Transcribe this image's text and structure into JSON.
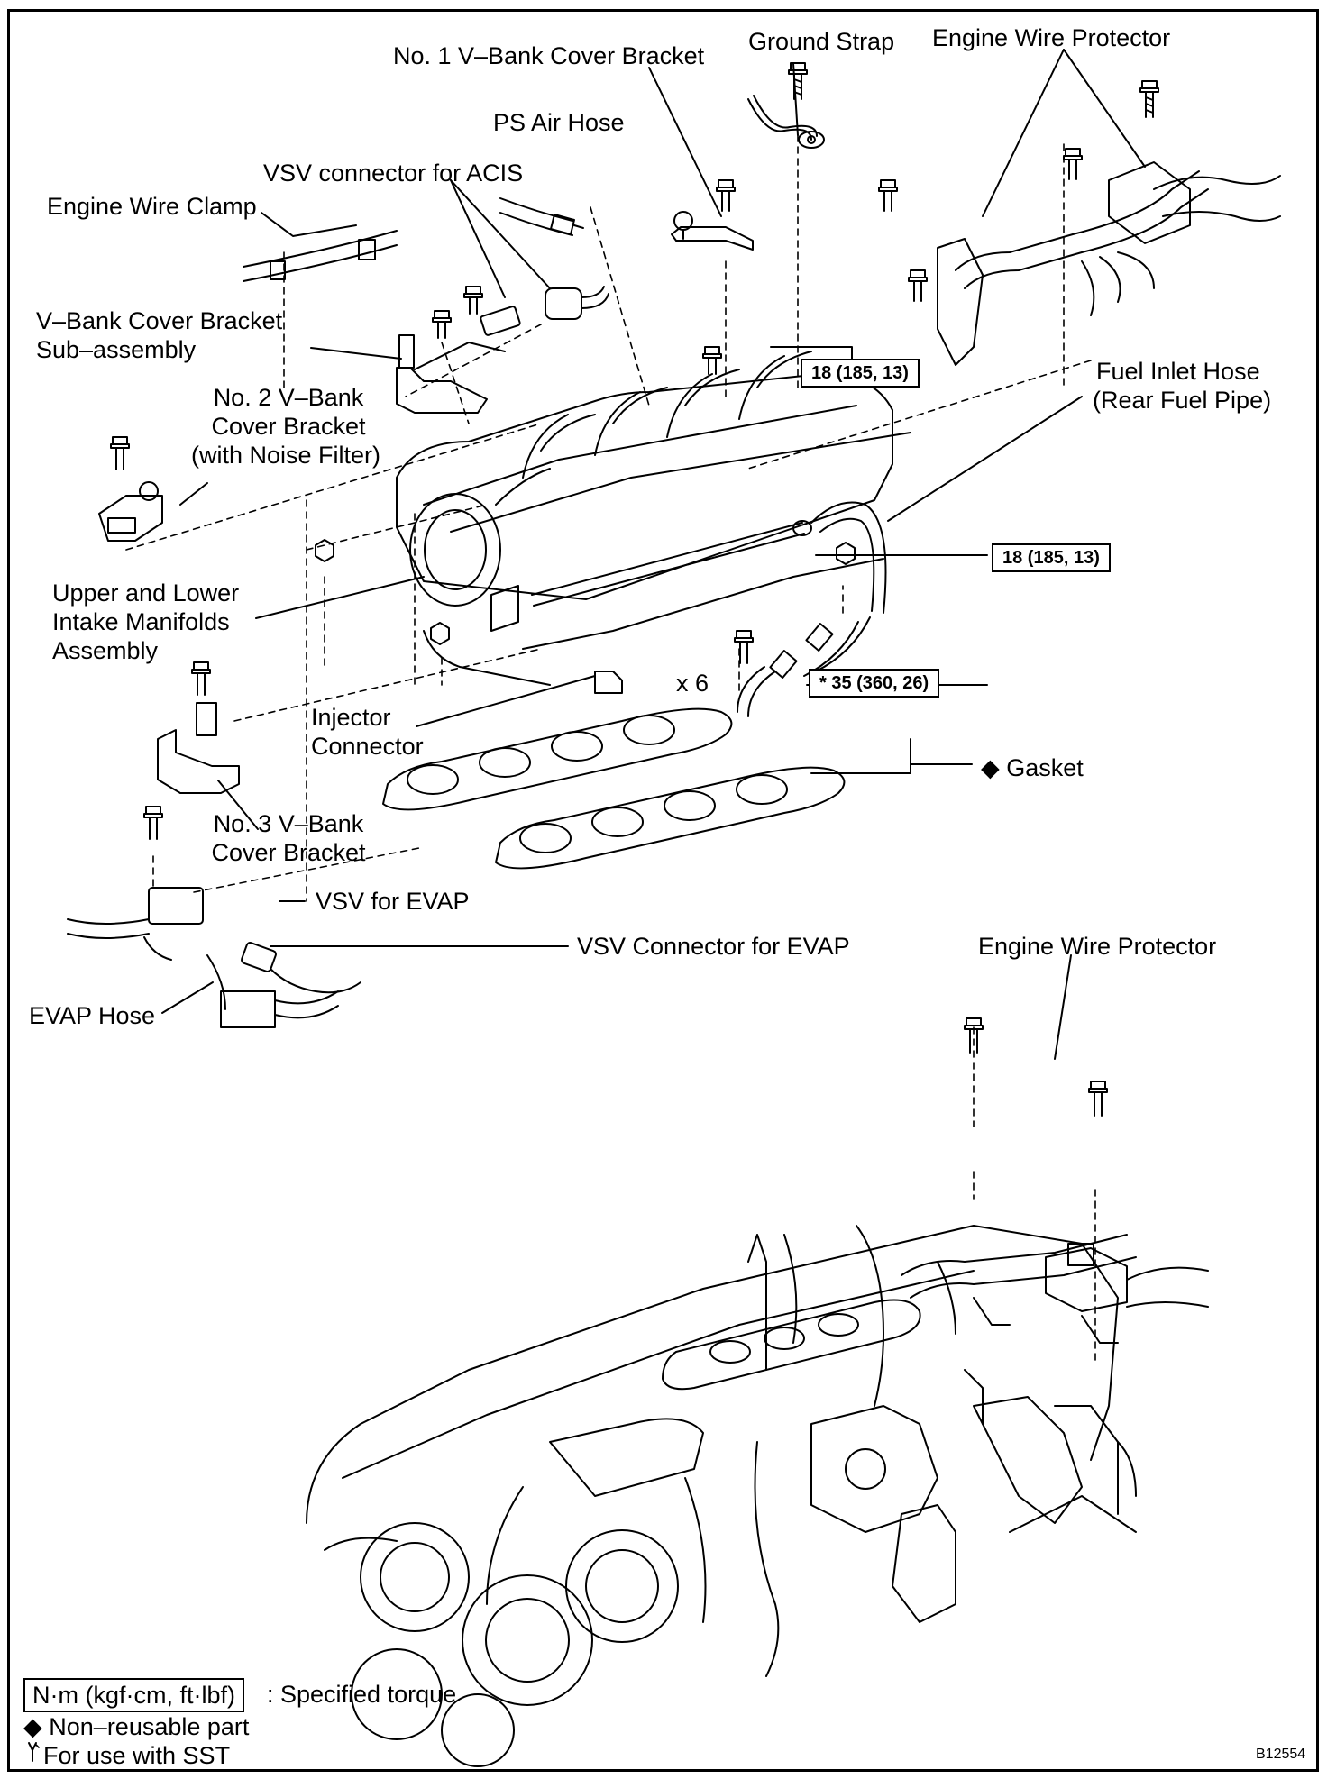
{
  "labels": {
    "no1_bracket": "No. 1 V–Bank Cover Bracket",
    "ground_strap": "Ground Strap",
    "engine_wire_protector_top": "Engine Wire Protector",
    "ps_air_hose": "PS Air Hose",
    "vsv_connector_acis": "VSV connector for ACIS",
    "engine_wire_clamp": "Engine Wire Clamp",
    "vbank_bracket_sub_1": "V–Bank Cover Bracket",
    "vbank_bracket_sub_2": "Sub–assembly",
    "no2_bracket_1": "No. 2 V–Bank",
    "no2_bracket_2": "Cover Bracket",
    "no2_bracket_3": "(with Noise Filter)",
    "fuel_inlet_1": "Fuel Inlet Hose",
    "fuel_inlet_2": "(Rear Fuel Pipe)",
    "manifold_1": "Upper and Lower",
    "manifold_2": "Intake Manifolds",
    "manifold_3": "Assembly",
    "x6": "x 6",
    "injector_1": "Injector",
    "injector_2": "Connector",
    "gasket": "◆ Gasket",
    "no3_bracket_1": "No. 3 V–Bank",
    "no3_bracket_2": "Cover Bracket",
    "vsv_evap": "VSV for EVAP",
    "vsv_connector_evap": "VSV Connector for EVAP",
    "evap_hose": "EVAP Hose",
    "engine_wire_protector_bottom": "Engine Wire Protector"
  },
  "torque": {
    "t1": "18 (185, 13)",
    "t2": "18 (185, 13)",
    "t3": "* 35 (360, 26)"
  },
  "legend": {
    "unit_box": "N·m (kgf·cm, ft·lbf)",
    "unit_desc": ": Specified torque",
    "nonreusable": "◆ Non–reusable part",
    "sst": "For use with SST"
  },
  "figure_id": "B12554",
  "icons": [
    "bolt-icon",
    "nut-icon",
    "sst-wrench-icon",
    "diamond-icon"
  ]
}
